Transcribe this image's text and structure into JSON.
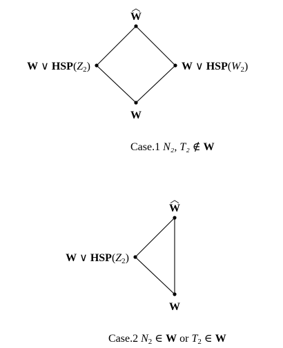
{
  "diagrams": [
    {
      "caption": {
        "prefix": "Case.1",
        "condition_symbols": "N₂, T₂",
        "relation": "∉",
        "class": "W"
      },
      "nodes": {
        "top": {
          "base": "W",
          "hat": "︿"
        },
        "left": {
          "class": "W",
          "join": "∨",
          "operator": "HSP",
          "argument": "Z",
          "subscript": "2"
        },
        "right": {
          "class": "W",
          "join": "∨",
          "operator": "HSP",
          "argument": "W",
          "subscript": "2"
        },
        "bottom": {
          "class": "W"
        }
      }
    },
    {
      "caption": {
        "prefix": "Case.2",
        "first_symbol": "N",
        "first_subscript": "2",
        "first_relation": "∈",
        "first_class": "W",
        "connective": "or",
        "second_symbol": "T",
        "second_subscript": "2",
        "second_relation": "∈",
        "second_class": "W"
      },
      "nodes": {
        "top": {
          "base": "W",
          "hat": "︿"
        },
        "left": {
          "class": "W",
          "join": "∨",
          "operator": "HSP",
          "argument": "Z",
          "subscript": "2"
        },
        "bottom": {
          "class": "W"
        }
      }
    }
  ]
}
